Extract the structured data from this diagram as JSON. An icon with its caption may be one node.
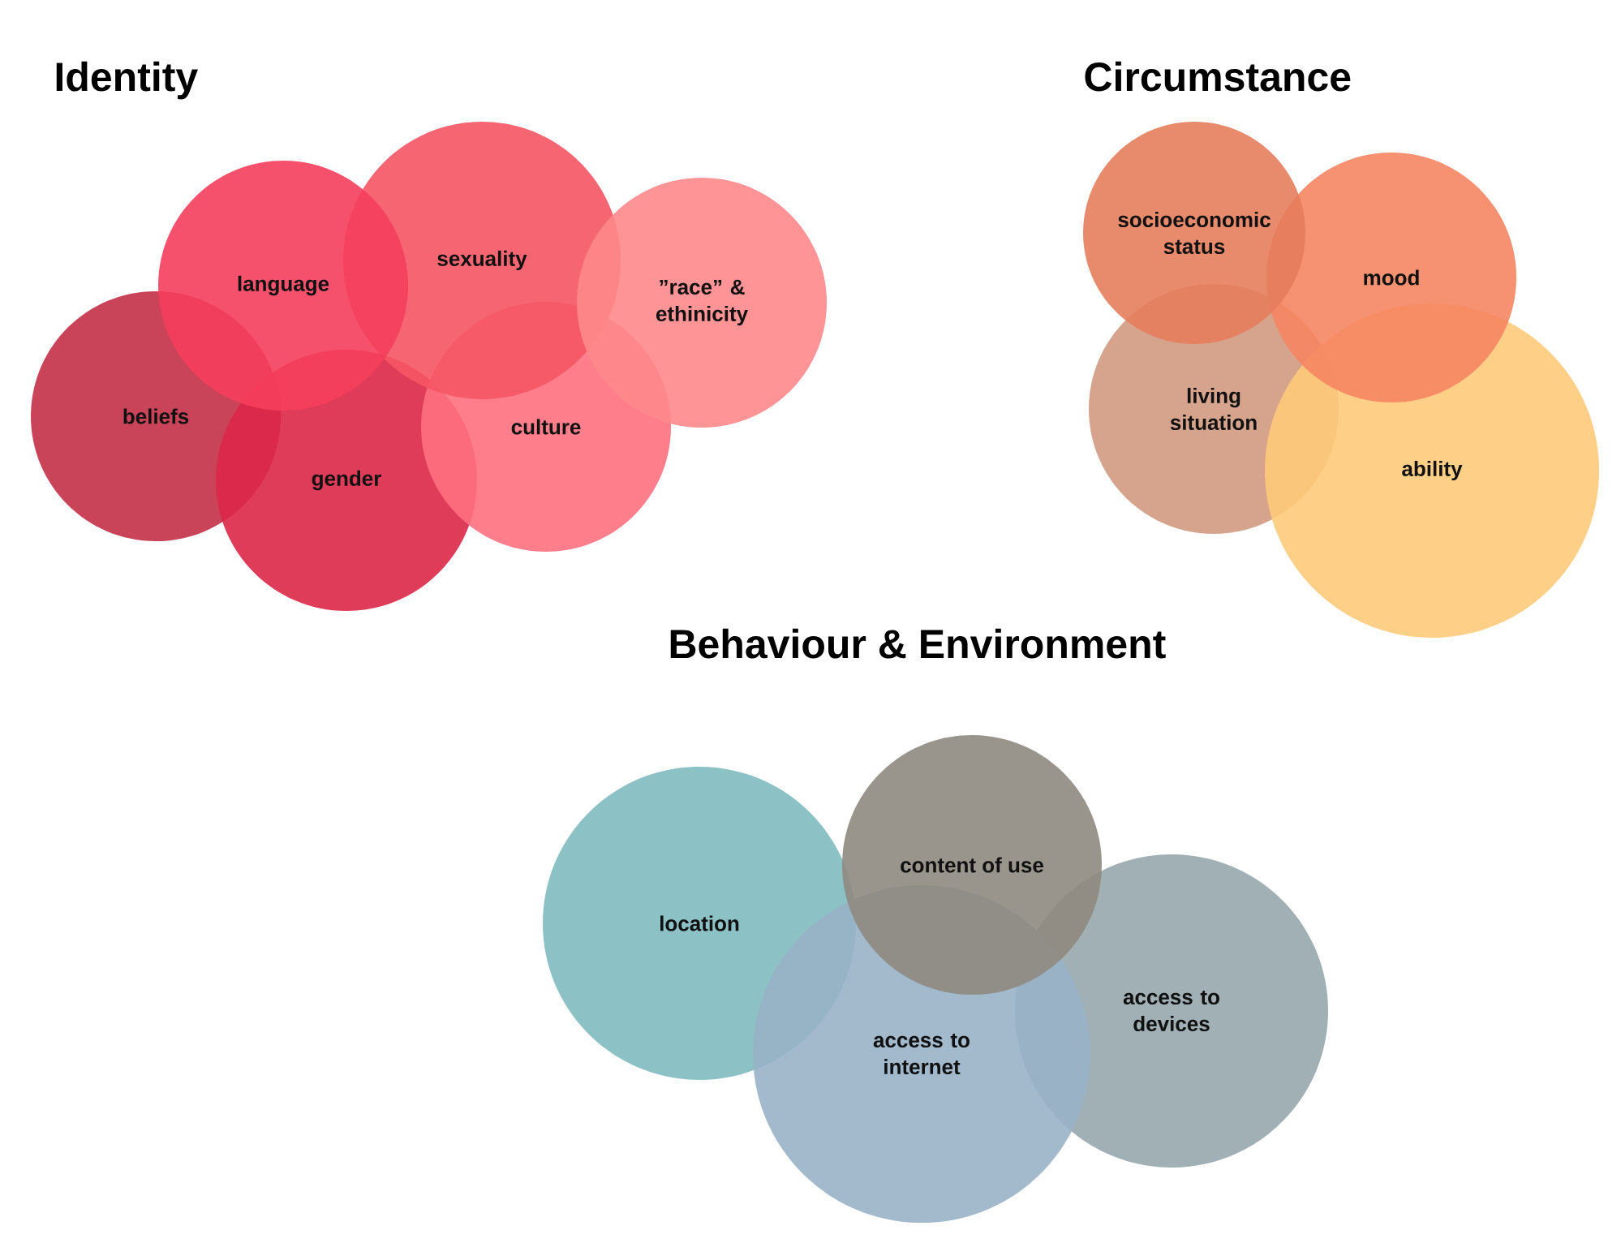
{
  "diagram": {
    "nodes": [
      {
        "text": [
          "language"
        ]
      },
      {
        "text": [
          "sexuality"
        ]
      },
      {
        "text": [
          "”race” & ethinicity"
        ]
      },
      {
        "text": [
          "beliefs"
        ]
      },
      {
        "text": [
          "gender"
        ]
      },
      {
        "text": [
          "culture"
        ]
      },
      {
        "text": [
          "socioeconomic status"
        ]
      },
      {
        "text": [
          "mood"
        ]
      },
      {
        "text": [
          "living situation"
        ]
      },
      {
        "text": [
          "ability"
        ]
      },
      {
        "text": [
          "location"
        ]
      },
      {
        "text": [
          "content of use"
        ]
      },
      {
        "text": [
          "access to internet"
        ]
      },
      {
        "text": [
          "access to devices"
        ]
      }
    ],
    "labels": [
      "Identity",
      "Circumstance",
      "Behaviour & Environment"
    ]
  }
}
